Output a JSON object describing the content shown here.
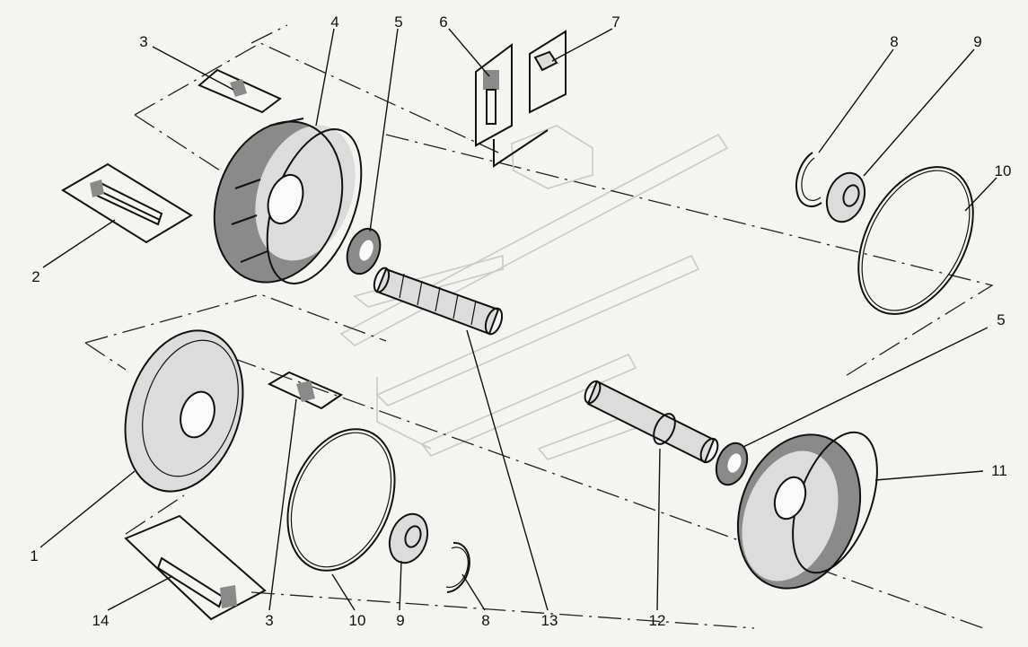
{
  "diagram": {
    "labels": {
      "p1": "1",
      "p2": "2",
      "p3a": "3",
      "p3b": "3",
      "p4": "4",
      "p5a": "5",
      "p5b": "5",
      "p6": "6",
      "p7": "7",
      "p8a": "8",
      "p8b": "8",
      "p9a": "9",
      "p9b": "9",
      "p10a": "10",
      "p10b": "10",
      "p11": "11",
      "p12": "12",
      "p13": "13",
      "p14": "14"
    }
  }
}
